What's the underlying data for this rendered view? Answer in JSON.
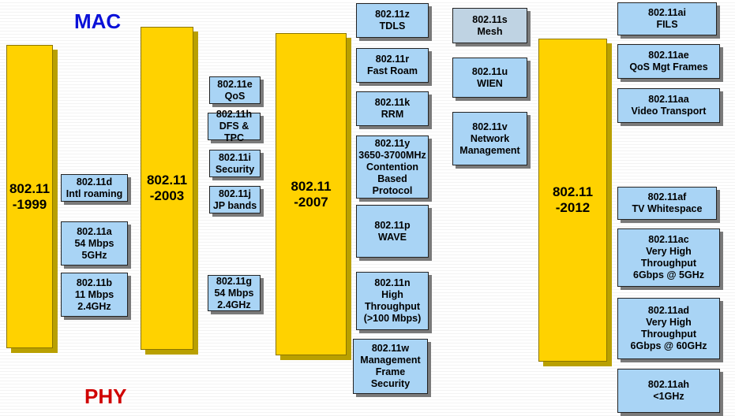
{
  "labels": {
    "mac": "MAC",
    "phy": "PHY"
  },
  "colors": {
    "mac": "#0a10d8",
    "phy": "#d00000",
    "pillar": "#ffd200",
    "box": "#a9d4f5"
  },
  "releases": [
    {
      "text": "802.11\n-1999"
    },
    {
      "text": "802.11\n-2003"
    },
    {
      "text": "802.11\n-2007"
    },
    {
      "text": "802.11\n-2012"
    }
  ],
  "amendments": [
    {
      "text": "802.11d\nIntl roaming"
    },
    {
      "text": "802.11a\n54 Mbps\n5GHz"
    },
    {
      "text": "802.11b\n11 Mbps\n2.4GHz"
    },
    {
      "text": "802.11e\nQoS"
    },
    {
      "text": "802.11h\nDFS & TPC"
    },
    {
      "text": "802.11i\nSecurity"
    },
    {
      "text": "802.11j\nJP bands"
    },
    {
      "text": "802.11g\n54 Mbps\n2.4GHz"
    },
    {
      "text": "802.11z\nTDLS"
    },
    {
      "text": "802.11r\nFast Roam"
    },
    {
      "text": "802.11k\nRRM"
    },
    {
      "text": "802.11y\n3650-3700MHz\nContention\nBased\nProtocol"
    },
    {
      "text": "802.11p\nWAVE"
    },
    {
      "text": "802.11n\nHigh\nThroughput\n(>100 Mbps)"
    },
    {
      "text": "802.11w\nManagement\nFrame\nSecurity"
    },
    {
      "text": "802.11s\nMesh"
    },
    {
      "text": "802.11u\nWIEN"
    },
    {
      "text": "802.11v\nNetwork\nManagement"
    },
    {
      "text": "802.11ai\nFILS"
    },
    {
      "text": "802.11ae\nQoS Mgt Frames"
    },
    {
      "text": "802.11aa\nVideo Transport"
    },
    {
      "text": "802.11af\nTV Whitespace"
    },
    {
      "text": "802.11ac\nVery High\nThroughput\n6Gbps @ 5GHz"
    },
    {
      "text": "802.11ad\nVery High\nThroughput\n6Gbps @ 60GHz"
    },
    {
      "text": "802.11ah\n<1GHz"
    }
  ]
}
